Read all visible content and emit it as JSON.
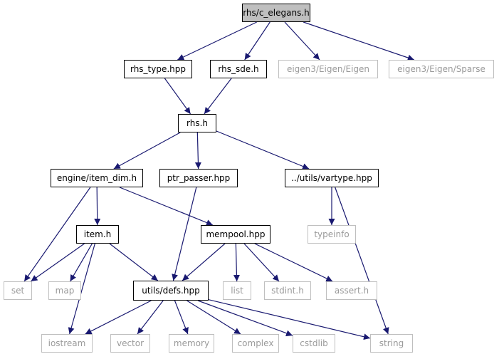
{
  "graph": {
    "nodes": [
      {
        "id": "root",
        "label": "rhs/c_elegans.h",
        "kind": "root"
      },
      {
        "id": "rhs_type",
        "label": "rhs_type.hpp",
        "kind": "std"
      },
      {
        "id": "rhs_sde",
        "label": "rhs_sde.h",
        "kind": "std"
      },
      {
        "id": "eigen",
        "label": "eigen3/Eigen/Eigen",
        "kind": "ext"
      },
      {
        "id": "sparse",
        "label": "eigen3/Eigen/Sparse",
        "kind": "ext"
      },
      {
        "id": "rhs",
        "label": "rhs.h",
        "kind": "std"
      },
      {
        "id": "item_dim",
        "label": "engine/item_dim.h",
        "kind": "std"
      },
      {
        "id": "ptr_passer",
        "label": "ptr_passer.hpp",
        "kind": "std"
      },
      {
        "id": "vartype",
        "label": "../utils/vartype.hpp",
        "kind": "std"
      },
      {
        "id": "item",
        "label": "item.h",
        "kind": "std"
      },
      {
        "id": "mempool",
        "label": "mempool.hpp",
        "kind": "std"
      },
      {
        "id": "typeinfo",
        "label": "typeinfo",
        "kind": "ext"
      },
      {
        "id": "set",
        "label": "set",
        "kind": "ext"
      },
      {
        "id": "map",
        "label": "map",
        "kind": "ext"
      },
      {
        "id": "defs",
        "label": "utils/defs.hpp",
        "kind": "std"
      },
      {
        "id": "list",
        "label": "list",
        "kind": "ext"
      },
      {
        "id": "stdint",
        "label": "stdint.h",
        "kind": "ext"
      },
      {
        "id": "assert",
        "label": "assert.h",
        "kind": "ext"
      },
      {
        "id": "iostream",
        "label": "iostream",
        "kind": "ext"
      },
      {
        "id": "vector",
        "label": "vector",
        "kind": "ext"
      },
      {
        "id": "memory",
        "label": "memory",
        "kind": "ext"
      },
      {
        "id": "complex",
        "label": "complex",
        "kind": "ext"
      },
      {
        "id": "cstdlib",
        "label": "cstdlib",
        "kind": "ext"
      },
      {
        "id": "string",
        "label": "string",
        "kind": "ext"
      }
    ],
    "edges": [
      [
        "root",
        "rhs_type"
      ],
      [
        "root",
        "rhs_sde"
      ],
      [
        "root",
        "eigen"
      ],
      [
        "root",
        "sparse"
      ],
      [
        "rhs_type",
        "rhs"
      ],
      [
        "rhs_sde",
        "rhs"
      ],
      [
        "rhs",
        "item_dim"
      ],
      [
        "rhs",
        "ptr_passer"
      ],
      [
        "rhs",
        "vartype"
      ],
      [
        "item_dim",
        "set"
      ],
      [
        "item_dim",
        "item"
      ],
      [
        "item_dim",
        "mempool"
      ],
      [
        "ptr_passer",
        "defs"
      ],
      [
        "vartype",
        "typeinfo"
      ],
      [
        "vartype",
        "string"
      ],
      [
        "item",
        "set"
      ],
      [
        "item",
        "map"
      ],
      [
        "item",
        "iostream"
      ],
      [
        "item",
        "defs"
      ],
      [
        "mempool",
        "defs"
      ],
      [
        "mempool",
        "list"
      ],
      [
        "mempool",
        "stdint"
      ],
      [
        "mempool",
        "assert"
      ],
      [
        "defs",
        "iostream"
      ],
      [
        "defs",
        "vector"
      ],
      [
        "defs",
        "memory"
      ],
      [
        "defs",
        "complex"
      ],
      [
        "defs",
        "cstdlib"
      ],
      [
        "defs",
        "string"
      ]
    ],
    "colors": {
      "edge": "#191970",
      "node_border": "#000000",
      "external_border": "#bfbfbf",
      "external_text": "#9a9a9a",
      "root_fill": "#bfbfbf"
    }
  }
}
